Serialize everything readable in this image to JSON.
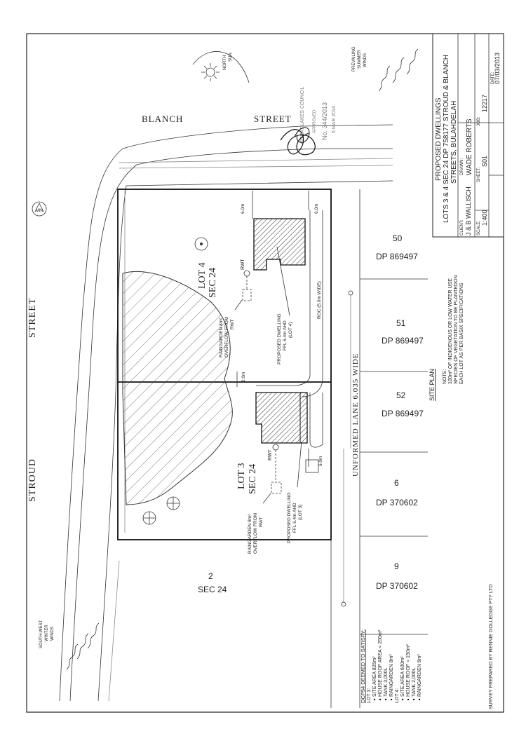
{
  "title_block": {
    "title_line1": "PROPOSED DWELLINGS",
    "title_line2": "LOTS 3 & 4 SEC 24 DP 758177 STROUD & BLANCH",
    "title_line3": "STREETS, BULAHDELAH",
    "client_label": "CLIENT:",
    "client_value": "J & B WALLISCH",
    "drawn_label": "DRAWN:",
    "drawn_value": "WADE ROBERTS",
    "date_label": "DATE:",
    "date_value": "07/03/2013",
    "scale_label": "SCALE:",
    "scale_value": "1:400",
    "sheet_label": "SHEET:",
    "sheet_value": "S01",
    "job_label": "JOB:",
    "job_value": "12217"
  },
  "streets": {
    "blanch_1": "BLANCH",
    "blanch_2": "STREET",
    "stroud_1": "STROUD",
    "stroud_2": "STREET",
    "lane": "UNFORMED  LANE 6.035 WIDE"
  },
  "orientation": {
    "north_1": "NORTH",
    "north_2": "SUN",
    "summer_1": "PREVAILING",
    "summer_2": "SUMMER",
    "summer_3": "WINDS",
    "winter_1": "SOUTH-WEST",
    "winter_2": "WINTER",
    "winter_3": "WINDS",
    "mm_mark": "MM"
  },
  "lots": {
    "lot4_1": "LOT 4",
    "lot4_2": "SEC 24",
    "lot3_1": "LOT 3",
    "lot3_2": "SEC 24",
    "sec2_1": "2",
    "sec2_2": "SEC 24",
    "adj_50_1": "50",
    "adj_50_2": "DP 869497",
    "adj_51_1": "51",
    "adj_51_2": "DP 869497",
    "adj_52_1": "52",
    "adj_52_2": "DP 869497",
    "adj_6_1": "6",
    "adj_6_2": "DP 370602",
    "adj_9_1": "9",
    "adj_9_2": "DP 370602"
  },
  "annotations": {
    "rwt_a": "RWT",
    "rwt_b": "RWT",
    "rg4_1": "RAINGARDEN 8m²",
    "rg4_2": "OVERFLOW FROM",
    "rg4_3": "RWT",
    "rg3_1": "RAINGARDEN 8m²",
    "rg3_2": "OVERFLOW FROM",
    "rg3_3": "RWT",
    "dw4_1": "PROPOSED DWELLING",
    "dw4_2": "FFL 6.4m AHD",
    "dw4_3": "(LOT 4)",
    "dw3_1": "PROPOSED DWELLING",
    "dw3_2": "FFL 6.4m AHD",
    "dw3_3": "(LOT 3)",
    "roc": "ROC (5.0m WIDE)",
    "dim_6a": "6.0m",
    "dim_6b": "6.0m",
    "dim_6c": "6.0m",
    "dim_2": "2.0m"
  },
  "notes": {
    "site_plan": "SITE PLAN",
    "note_1": "NOTE:",
    "note_2": "100m² OF INDIGENOUS OR LOW WATER USE",
    "note_3": "SPECIES OF VEGETATION TO BE PLANTEDON",
    "note_4": "EACH LOT AS PER BASIX SPECIFICATIONS",
    "dcp_title": "DCP54 DEEMED TO SATISFY:",
    "lot3_hdr": "LOT 3:",
    "lot3_i1": "SITE AREA 825m²",
    "lot3_i2": "HOUSE ROOF AREA < 200m²",
    "lot3_i3": "TANK 3,000L",
    "lot3_i4": "RAINGARDEN 8m²",
    "lot4_hdr": "LOT 4:",
    "lot4_i1": "SITE AREA 600m²",
    "lot4_i2": "HOUSE ROOF < 150m²",
    "lot4_i3": "TANK 2,000L",
    "lot4_i4": "RAINGARDEN 6m²",
    "survey": "SURVEY PREPARED BY RENNIE GOLLEDGE PTY LTD"
  },
  "stamp": {
    "line1": "GREAT LAKES COUNCIL",
    "line2": "APPROVED",
    "line3": "No. 344/2013",
    "line4": "6 MAR 2014"
  }
}
